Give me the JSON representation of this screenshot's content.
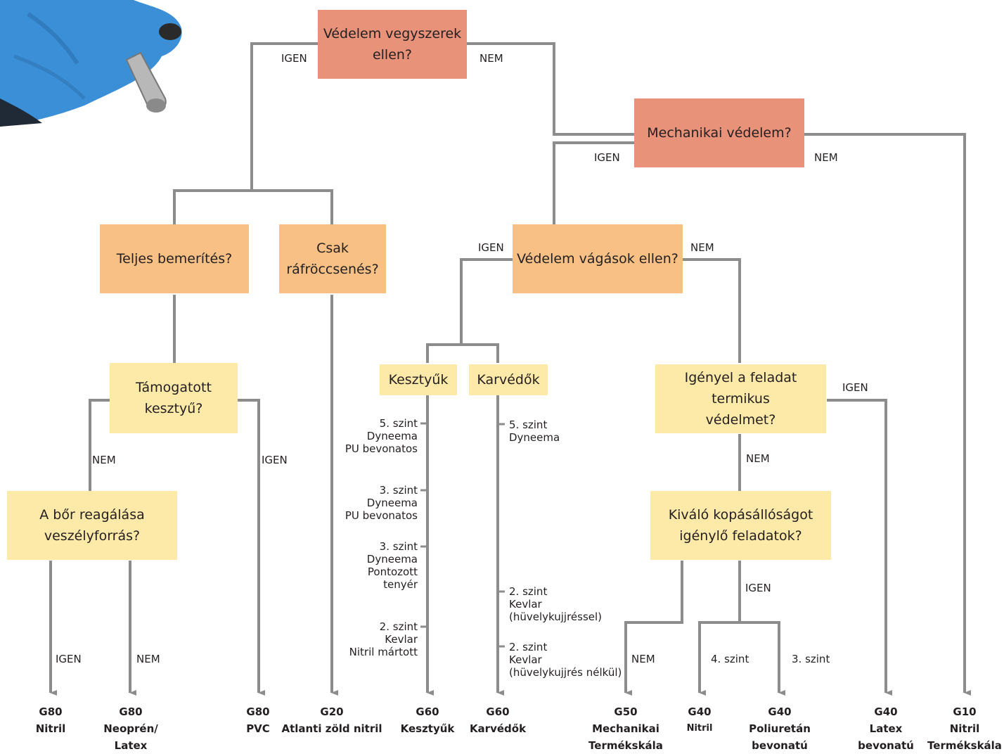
{
  "nodes": {
    "q_chem": "Védelem vegyszerek ellen?",
    "q_mech": "Mechanikai védelem?",
    "q_full": "Teljes bemerítés?",
    "q_splash": "Csak ráfröccsenés?",
    "q_cut": "Védelem vágások ellen?",
    "q_supported": "Támogatott kesztyű?",
    "q_gloves": "Kesztyűk",
    "q_sleeves": "Karvédők",
    "q_thermal": "Igényel a feladat termikus védelmet?",
    "q_skin": "A bőr reagálása veszélyforrás?",
    "q_abrasion": "Kiváló kopásállóságot igénylő feladatok?"
  },
  "edges": {
    "igen": "IGEN",
    "nem": "NEM",
    "level4": "4. szint",
    "level3": "3. szint"
  },
  "glove_levels": [
    [
      "5. szint",
      "Dyneema",
      "PU bevonatos"
    ],
    [
      "3. szint",
      "Dyneema",
      "PU bevonatos"
    ],
    [
      "3. szint",
      "Dyneema",
      "Pontozott",
      "tenyér"
    ],
    [
      "2. szint",
      "Kevlar",
      "Nitril mártott"
    ]
  ],
  "sleeve_levels": [
    [
      "5. szint",
      "Dyneema"
    ],
    [
      "2. szint",
      "Kevlar",
      "(hüvelykujjréssel)"
    ],
    [
      "2. szint",
      "Kevlar",
      "(hüvelykujjrés nélkül)"
    ]
  ],
  "results": [
    {
      "code": "G80",
      "l1": "Nitril",
      "l2": ""
    },
    {
      "code": "G80",
      "l1": "Neoprén/",
      "l2": "Latex"
    },
    {
      "code": "G80",
      "l1": "PVC",
      "l2": ""
    },
    {
      "code": "G20",
      "l1": "Atlanti zöld nitril",
      "l2": ""
    },
    {
      "code": "G60",
      "l1": "Kesztyűk",
      "l2": ""
    },
    {
      "code": "G60",
      "l1": "Karvédők",
      "l2": ""
    },
    {
      "code": "G50",
      "l1": "Mechanikai",
      "l2": "Termékskála"
    },
    {
      "code": "G40",
      "l1": "Nitril",
      "l2": ""
    },
    {
      "code": "G40",
      "l1": "Poliuretán",
      "l2": "bevonatú"
    },
    {
      "code": "G40",
      "l1": "Latex",
      "l2": "bevonatú"
    },
    {
      "code": "G10",
      "l1": "Nitril",
      "l2": "Termékskála"
    }
  ],
  "colors": {
    "red": "#e8927a",
    "orange": "#f8c084",
    "yellow": "#fde9a8",
    "line": "#8c8c8c",
    "glove": "#3a8fd6"
  }
}
